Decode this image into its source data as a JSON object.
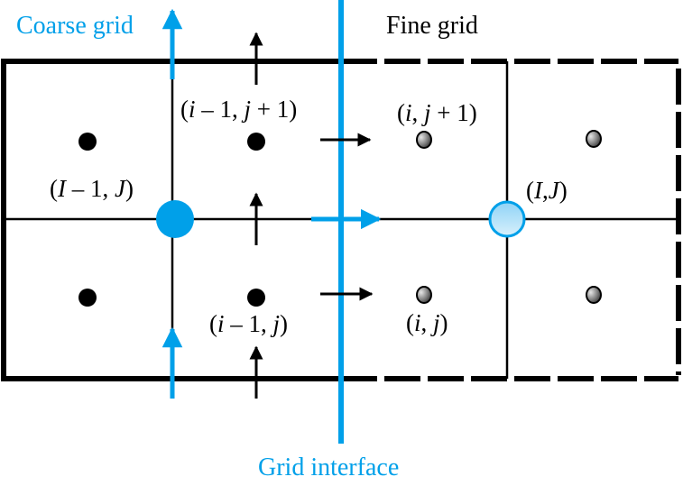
{
  "colors": {
    "interface_blue": "#00a0e9",
    "line_black": "#000000",
    "fine_node_fill_light": "#b8e2f8"
  },
  "labels": {
    "coarse_grid": "Coarse grid",
    "fine_grid": "Fine grid",
    "grid_interface": "Grid interface"
  },
  "nodes": {
    "coarse_corner": {
      "pre": "(",
      "I": "I",
      "mid": " – 1, ",
      "J": "J",
      "post": ")"
    },
    "fine_corner": {
      "pre": "(",
      "I": "I",
      "mid": ",",
      "J": "J",
      "post": ")"
    },
    "coarse_cell_top": {
      "pre": "(",
      "i": "i",
      "mid": " – 1, ",
      "j": "j",
      "post": " + 1)"
    },
    "coarse_cell_bottom": {
      "pre": "(",
      "i": "i",
      "mid": " – 1, ",
      "j": "j",
      "post": ")"
    },
    "fine_cell_top": {
      "pre": "(",
      "i": "i",
      "mid": ", ",
      "j": "j",
      "post": " + 1)"
    },
    "fine_cell_bottom": {
      "pre": "(",
      "i": "i",
      "mid": ", ",
      "j": "j",
      "post": ")"
    }
  },
  "icons": {
    "cell_center_coarse": "filled-black-dot",
    "cell_center_fine": "gradient-gray-dot",
    "flux_arrow": "arrow"
  }
}
